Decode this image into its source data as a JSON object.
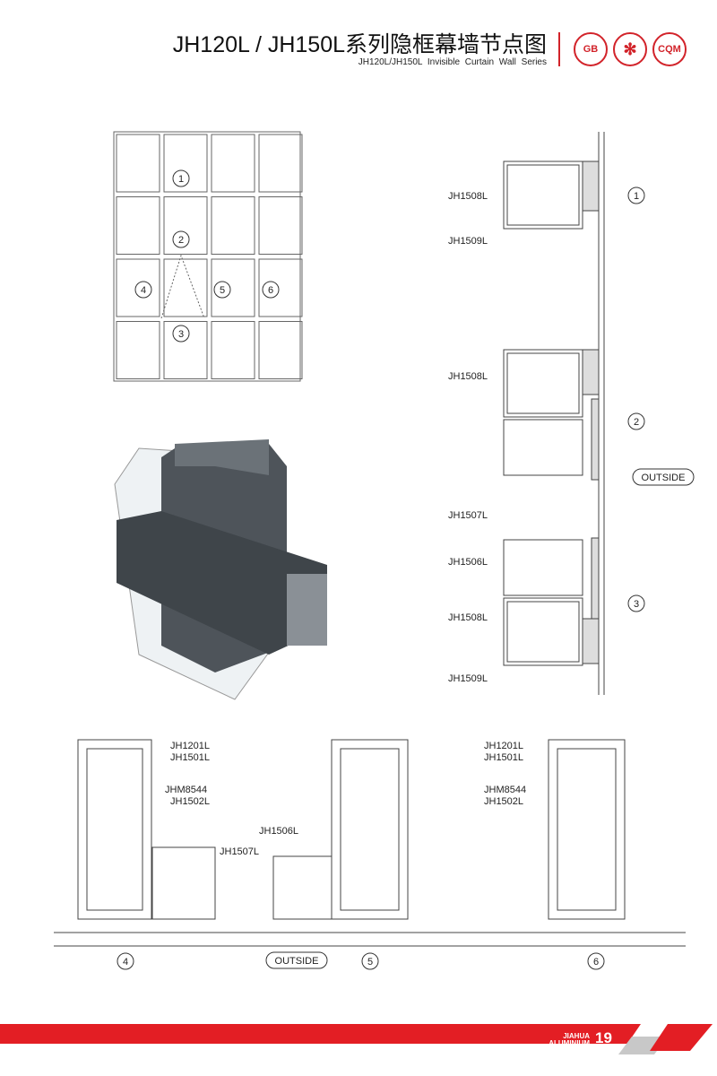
{
  "header": {
    "title": "JH120L / JH150L系列隐框幕墙节点图",
    "subtitle": "JH120L/JH150L Invisible Curtain Wall Series",
    "logos": [
      "GB",
      "Certification seal",
      "CQM"
    ]
  },
  "elevation": {
    "markers": [
      "1",
      "2",
      "3",
      "4",
      "5",
      "6"
    ]
  },
  "right_section": {
    "labels": [
      "JH1508L",
      "JH1509L",
      "JH1508L",
      "JH1507L",
      "JH1506L",
      "JH1508L",
      "JH1509L"
    ],
    "markers": [
      "1",
      "2",
      "3"
    ],
    "outside": "OUTSIDE"
  },
  "bottom_section": {
    "left_labels": [
      "JH1201L",
      "JH1501L",
      "JHM8544",
      "JH1502L"
    ],
    "mid_labels": [
      "JH1506L",
      "JH1507L"
    ],
    "right_labels": [
      "JH1201L",
      "JH1501L",
      "JHM8544",
      "JH1502L"
    ],
    "markers": [
      "4",
      "5",
      "6"
    ],
    "outside": "OUTSIDE"
  },
  "footer": {
    "brand_line1": "JIAHUA",
    "brand_line2": "ALUMINIUM",
    "page_number": "19",
    "colors": {
      "red": "#e31e24",
      "gray": "#c8c8c8"
    }
  }
}
